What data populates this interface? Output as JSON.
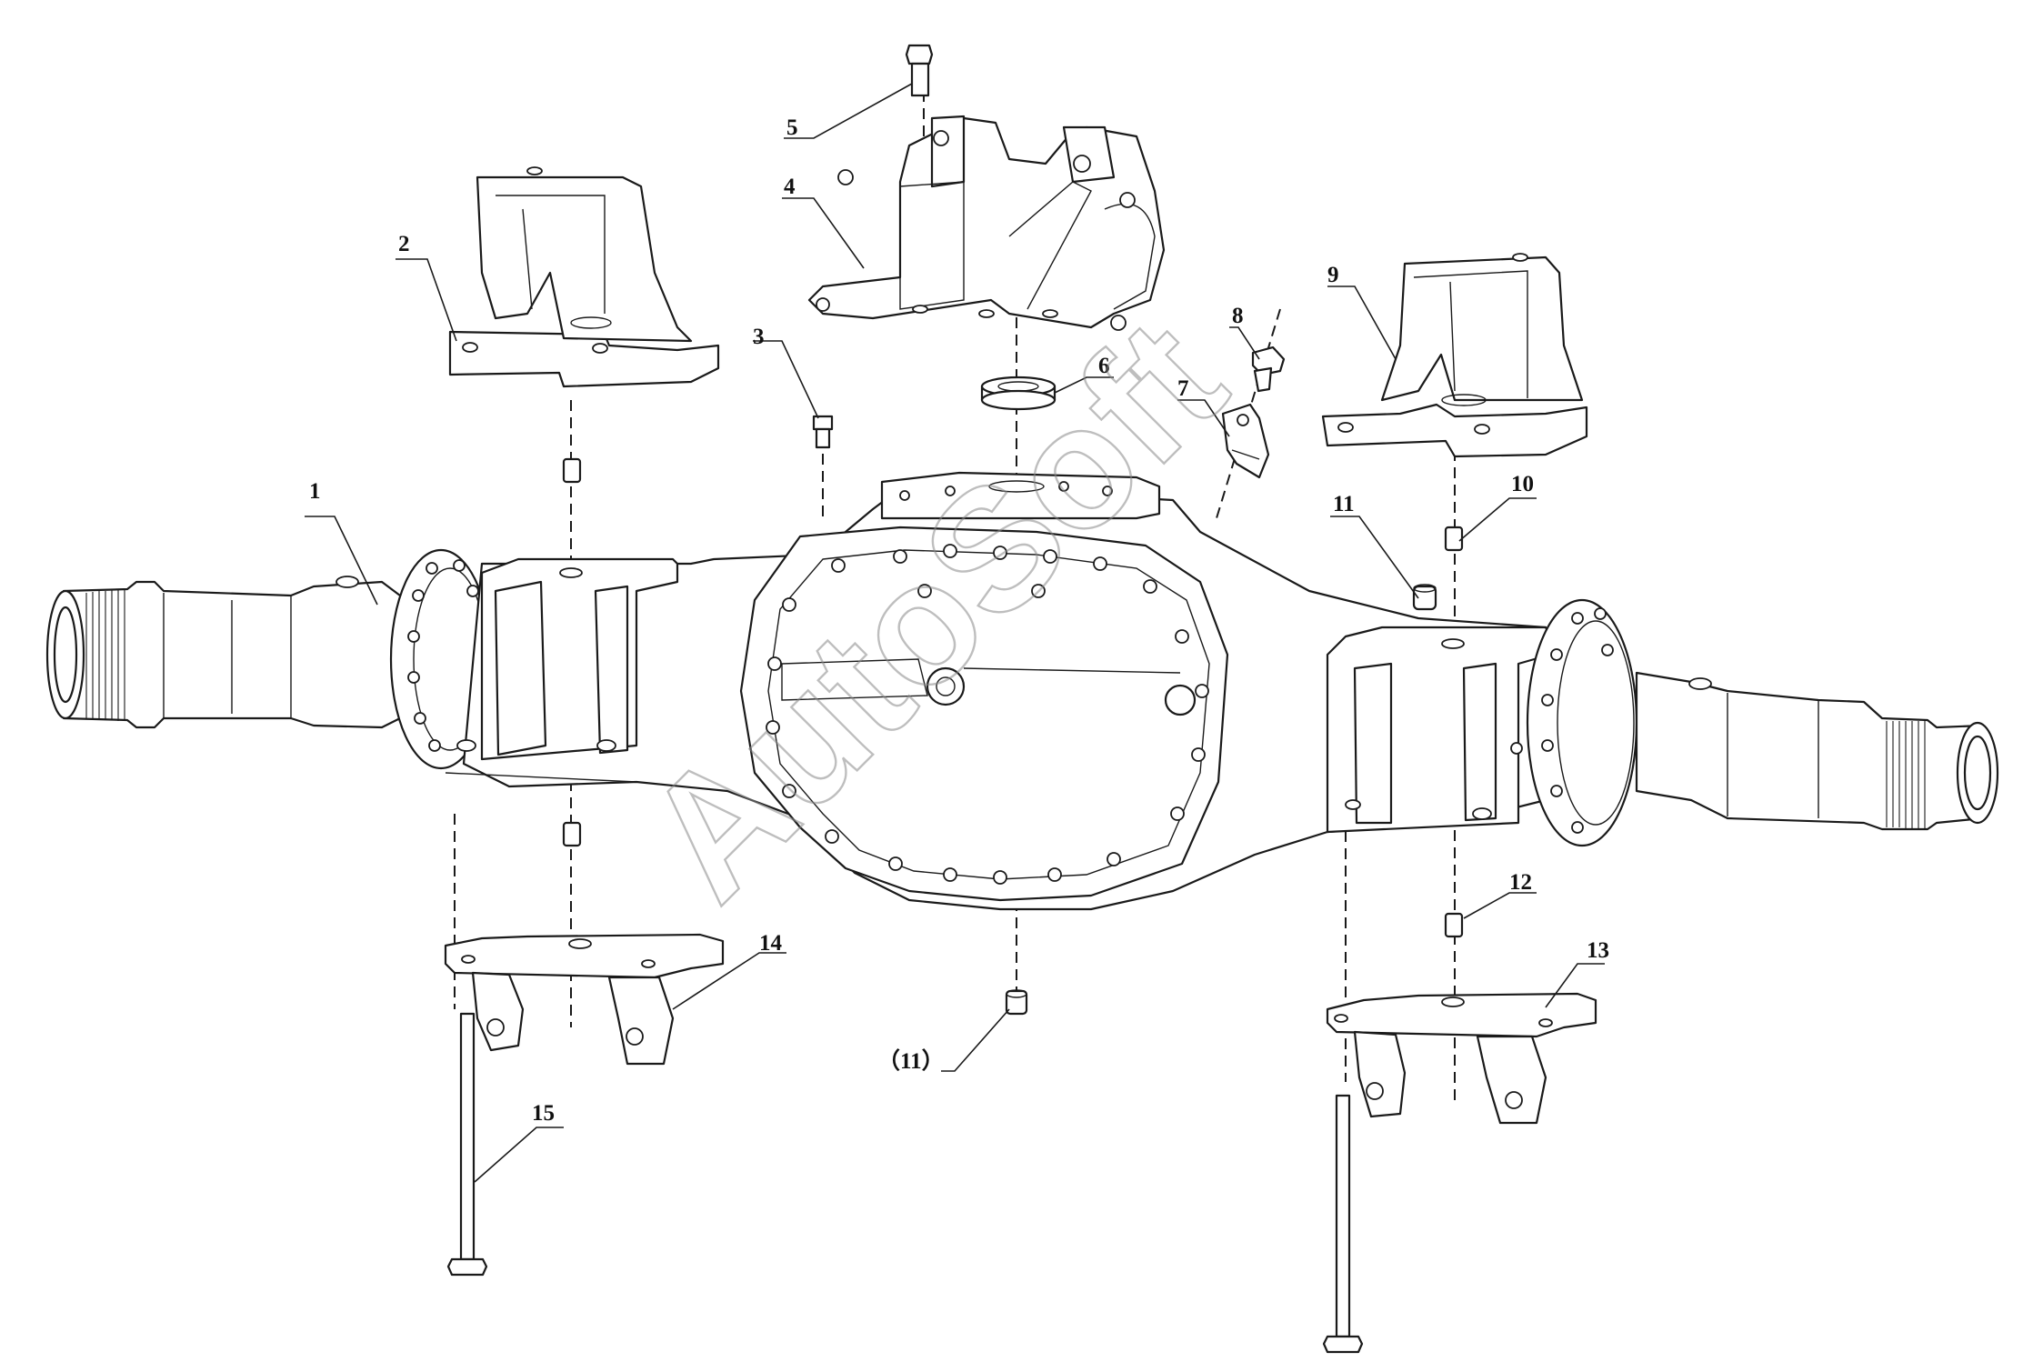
{
  "callouts": {
    "c1": "1",
    "c2": "2",
    "c3": "3",
    "c4": "4",
    "c5": "5",
    "c6": "6",
    "c7": "7",
    "c8": "8",
    "c9": "9",
    "c10": "10",
    "c11": "11",
    "c11_paren": "（11）",
    "c12": "12",
    "c13": "13",
    "c14": "14",
    "c15": "15"
  },
  "watermark": "AutoSoft"
}
